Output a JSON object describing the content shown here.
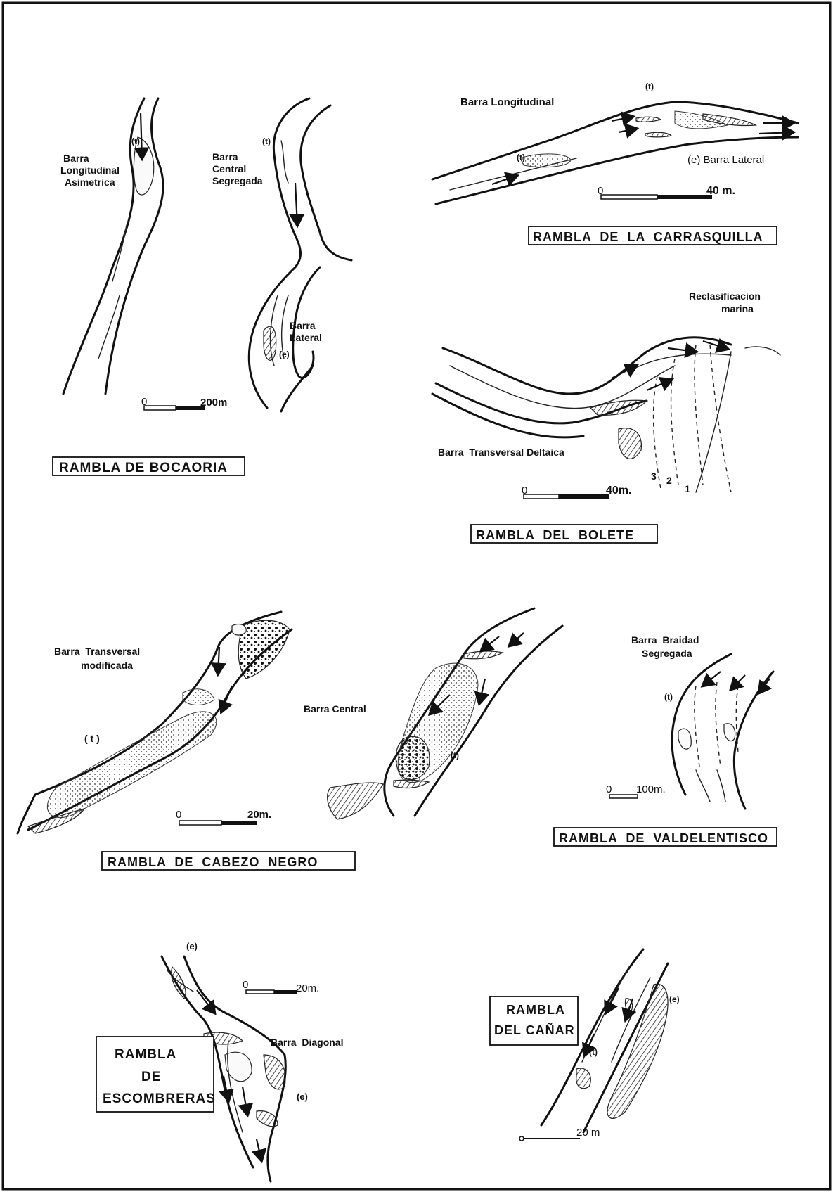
{
  "panels": {
    "bocaoria": {
      "title": "RAMBLA DE BOCAORIA",
      "label_bar_long": [
        "Barra",
        "Longitudinal",
        "Asimetrica"
      ],
      "label_bar_central": [
        "Barra",
        "Central",
        "Segregada"
      ],
      "label_bar_lateral": [
        "Barra",
        "Lateral"
      ],
      "mark_t1": "(t)",
      "mark_t2": "(t)",
      "mark_e": "(e)",
      "scale_zero": "0",
      "scale_end": "200m"
    },
    "carrasquilla": {
      "title": "RAMBLA  DE  LA  CARRASQUILLA",
      "label_bar_long": "Barra  Longitudinal",
      "label_bar_lateral": "(e) Barra Lateral",
      "mark_t1": "(t)",
      "mark_t2": "(t)",
      "scale_zero": "0",
      "scale_end": "40 m."
    },
    "bolete": {
      "title": "RAMBLA  DEL  BOLETE",
      "label_reclas": [
        "Reclasificacion",
        "marina"
      ],
      "label_bar_trans": "Barra  Transversal Deltaica",
      "shore_nums": [
        "3",
        "2",
        "1"
      ],
      "scale_zero": "0",
      "scale_end": "40m."
    },
    "cabezo_negro": {
      "title": "RAMBLA  DE  CABEZO  NEGRO",
      "label_bar_trans": [
        "Barra  Transversal",
        "modificada"
      ],
      "mark_t": "( t )",
      "scale_zero": "0",
      "scale_end": "20m."
    },
    "central": {
      "label_bar_central": "Barra Central",
      "mark_t": "(t)"
    },
    "valdelentisco": {
      "title": "RAMBLA  DE  VALDELENTISCO",
      "label_bar": [
        "Barra  Braidad",
        "Segregada"
      ],
      "mark_t": "(t)",
      "scale_zero": "0",
      "scale_end": "100m."
    },
    "escombreras": {
      "title": [
        "RAMBLA",
        "DE",
        "ESCOMBRERAS"
      ],
      "label_bar": "Barra  Diagonal",
      "mark_e1": "(e)",
      "mark_e2": "(e)",
      "scale_zero": "0",
      "scale_end": "20m."
    },
    "canar": {
      "title": [
        "RAMBLA",
        "DEL CAÑAR"
      ],
      "mark_t": "(t)",
      "mark_e": "(e)",
      "scale_end": "20 m"
    }
  }
}
